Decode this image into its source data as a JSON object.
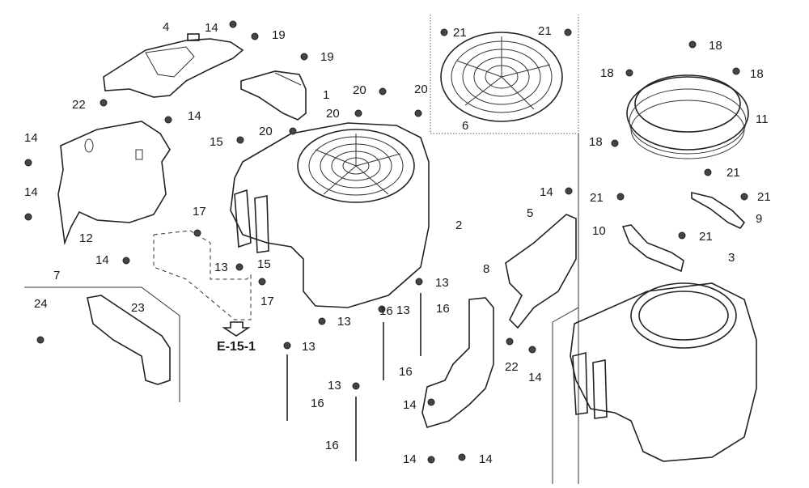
{
  "diagram": {
    "title": "Fan cover / shroud exploded parts diagram",
    "reference_label": "E-15-1",
    "labels": [
      {
        "id": "l4",
        "text": "4"
      },
      {
        "id": "l14a",
        "text": "14"
      },
      {
        "id": "l19a",
        "text": "19"
      },
      {
        "id": "l19b",
        "text": "19"
      },
      {
        "id": "l1",
        "text": "1"
      },
      {
        "id": "l22a",
        "text": "22"
      },
      {
        "id": "l14b",
        "text": "14"
      },
      {
        "id": "l20a",
        "text": "20"
      },
      {
        "id": "l20b",
        "text": "20"
      },
      {
        "id": "l20c",
        "text": "20"
      },
      {
        "id": "l20d",
        "text": "20"
      },
      {
        "id": "l15a",
        "text": "15"
      },
      {
        "id": "l14c",
        "text": "14"
      },
      {
        "id": "l14d",
        "text": "14"
      },
      {
        "id": "l17a",
        "text": "17"
      },
      {
        "id": "l12",
        "text": "12"
      },
      {
        "id": "l14e",
        "text": "14"
      },
      {
        "id": "l7",
        "text": "7"
      },
      {
        "id": "l13a",
        "text": "13"
      },
      {
        "id": "l15b",
        "text": "15"
      },
      {
        "id": "l17b",
        "text": "17"
      },
      {
        "id": "l21a",
        "text": "21"
      },
      {
        "id": "l21b",
        "text": "21"
      },
      {
        "id": "l6",
        "text": "6"
      },
      {
        "id": "l18a",
        "text": "18"
      },
      {
        "id": "l18b",
        "text": "18"
      },
      {
        "id": "l18c",
        "text": "18"
      },
      {
        "id": "l11",
        "text": "11"
      },
      {
        "id": "l18d",
        "text": "18"
      },
      {
        "id": "l21c",
        "text": "21"
      },
      {
        "id": "l21d",
        "text": "21"
      },
      {
        "id": "l21e",
        "text": "21"
      },
      {
        "id": "l9",
        "text": "9"
      },
      {
        "id": "l10",
        "text": "10"
      },
      {
        "id": "l21f",
        "text": "21"
      },
      {
        "id": "l2",
        "text": "2"
      },
      {
        "id": "l14f",
        "text": "14"
      },
      {
        "id": "l5",
        "text": "5"
      },
      {
        "id": "l3",
        "text": "3"
      },
      {
        "id": "l13b",
        "text": "13"
      },
      {
        "id": "l16a",
        "text": "16"
      },
      {
        "id": "l13c",
        "text": "13"
      },
      {
        "id": "l13d",
        "text": "13"
      },
      {
        "id": "l16b",
        "text": "16"
      },
      {
        "id": "l8",
        "text": "8"
      },
      {
        "id": "l22b",
        "text": "22"
      },
      {
        "id": "l14g",
        "text": "14"
      },
      {
        "id": "l13e",
        "text": "13"
      },
      {
        "id": "l16c",
        "text": "16"
      },
      {
        "id": "l13f",
        "text": "13"
      },
      {
        "id": "l16d",
        "text": "16"
      },
      {
        "id": "l16e",
        "text": "16"
      },
      {
        "id": "l14h",
        "text": "14"
      },
      {
        "id": "l14i",
        "text": "14"
      },
      {
        "id": "l14j",
        "text": "14"
      },
      {
        "id": "l24",
        "text": "24"
      },
      {
        "id": "l23",
        "text": "23"
      }
    ]
  }
}
